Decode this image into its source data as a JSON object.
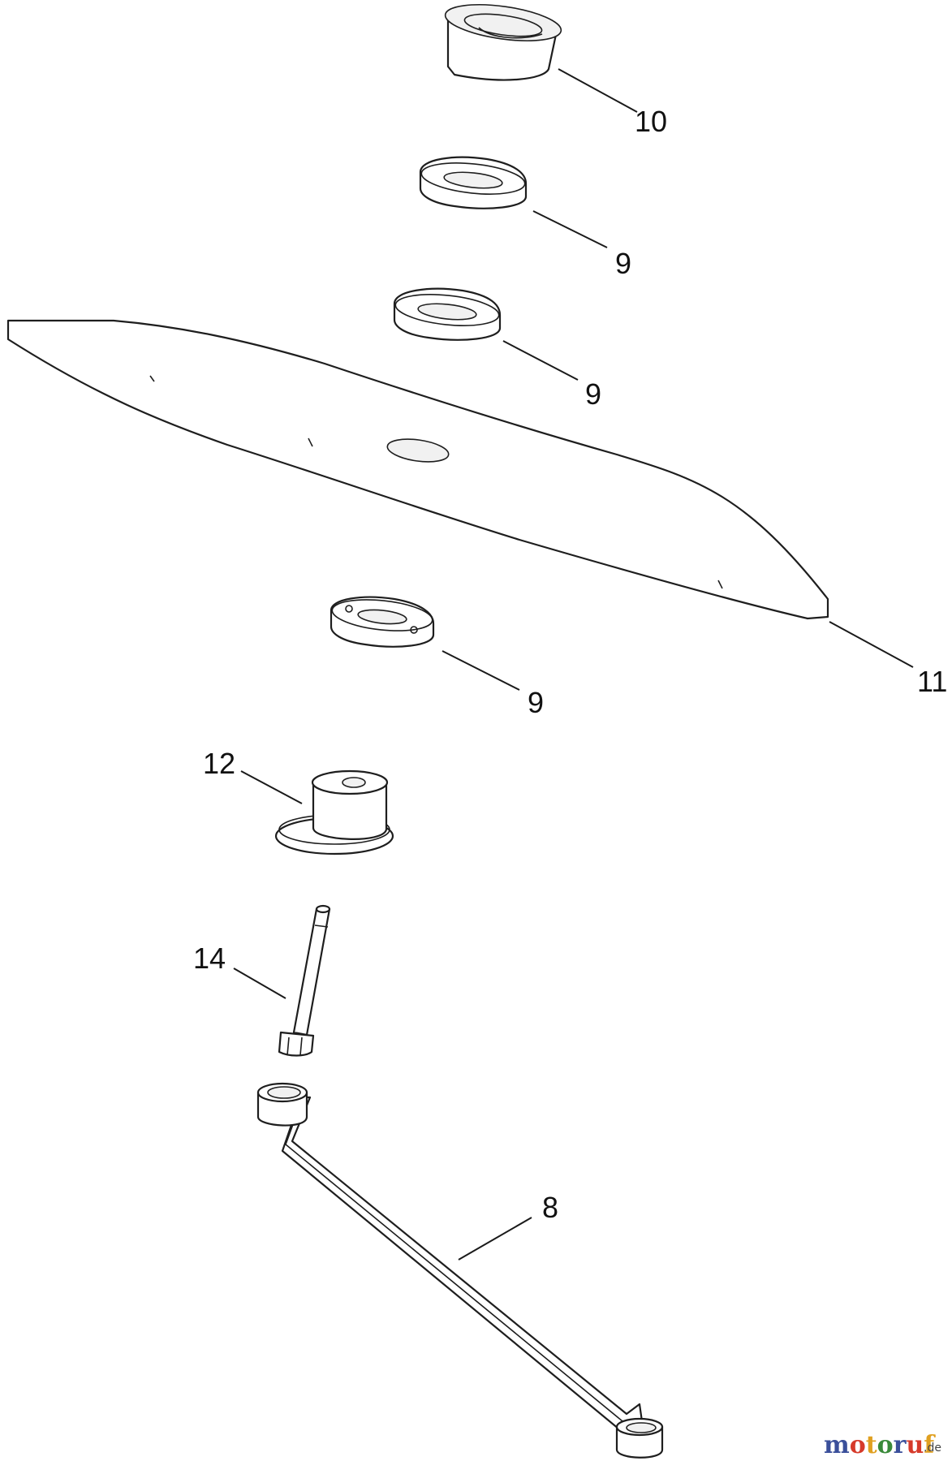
{
  "callouts": [
    {
      "id": "callout-10",
      "label": "10",
      "part": "cup"
    },
    {
      "id": "callout-9-a",
      "label": "9",
      "part": "spacer washer"
    },
    {
      "id": "callout-9-b",
      "label": "9",
      "part": "spacer washer"
    },
    {
      "id": "callout-11",
      "label": "11",
      "part": "blade"
    },
    {
      "id": "callout-9-c",
      "label": "9",
      "part": "spacer washer"
    },
    {
      "id": "callout-12",
      "label": "12",
      "part": "flanged spacer"
    },
    {
      "id": "callout-14",
      "label": "14",
      "part": "bolt"
    },
    {
      "id": "callout-8",
      "label": "8",
      "part": "wrench"
    }
  ],
  "watermark": {
    "letters": [
      {
        "ch": "m",
        "color": "#3a4f9a"
      },
      {
        "ch": "o",
        "color": "#d63a2a"
      },
      {
        "ch": "t",
        "color": "#e0a020"
      },
      {
        "ch": "o",
        "color": "#3a8a3a"
      },
      {
        "ch": "r",
        "color": "#3a4f9a"
      },
      {
        "ch": "u",
        "color": "#d63a2a"
      },
      {
        "ch": "f",
        "color": "#e0a020"
      }
    ],
    "suffix": ".de"
  }
}
